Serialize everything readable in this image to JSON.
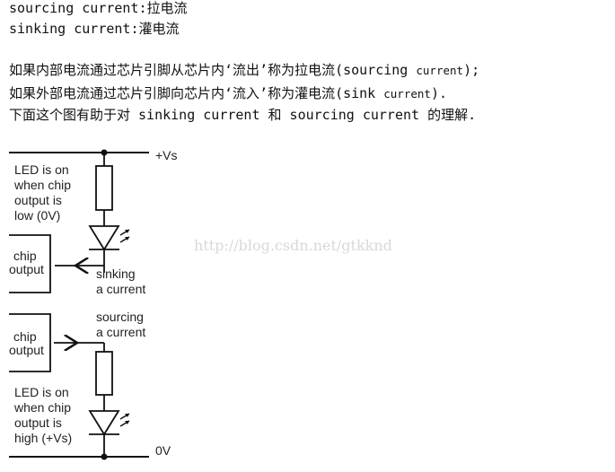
{
  "header": {
    "sourcing_line": "sourcing current:拉电流",
    "sinking_line": "sinking current:灌电流"
  },
  "paragraphs": {
    "p1_main": "如果内部电流通过芯片引脚从芯片内‘流出’称为拉电流(sourcing ",
    "p1_small": "current",
    "p1_end": ");",
    "p2_main": "如果外部电流通过芯片引脚向芯片内‘流入’称为灌电流(sink ",
    "p2_small": "current",
    "p2_end": ").",
    "p3": "下面这个图有助于对 sinking current 和 sourcing current 的理解."
  },
  "diagram": {
    "top_rail_label": "+Vs",
    "bottom_rail_label": "0V",
    "top_led_note": [
      "LED is on",
      "when chip",
      "output is",
      "low (0V)"
    ],
    "top_chip_label": [
      "chip",
      "output"
    ],
    "sinking_label": [
      "sinking",
      "a current"
    ],
    "bottom_chip_label": [
      "chip",
      "output"
    ],
    "sourcing_label": [
      "sourcing",
      "a current"
    ],
    "bottom_led_note": [
      "LED is on",
      "when chip",
      "output is",
      "high (+Vs)"
    ],
    "watermark": "http://blog.csdn.net/gtkknd"
  }
}
